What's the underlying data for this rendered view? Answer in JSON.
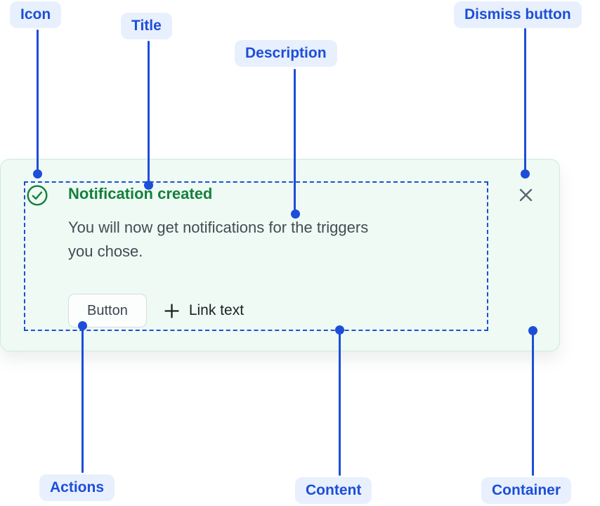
{
  "annotations": {
    "icon": {
      "label": "Icon"
    },
    "title": {
      "label": "Title"
    },
    "description": {
      "label": "Description"
    },
    "dismiss": {
      "label": "Dismiss button"
    },
    "actions": {
      "label": "Actions"
    },
    "content": {
      "label": "Content"
    },
    "container": {
      "label": "Container"
    }
  },
  "notification": {
    "title": "Notification created",
    "description": "You will now get notifications for the triggers you chose.",
    "description_lines": [
      "You will now get notifications for the triggers",
      "you chose."
    ],
    "button_label": "Button",
    "link_label": "Link text",
    "icons": {
      "status": "check-circle-icon",
      "link_prefix": "plus-icon",
      "dismiss": "close-icon"
    }
  },
  "colors": {
    "annotation_blue": "#1d4ed8",
    "annotation_pill_bg": "#e8f0fe",
    "card_bg": "#eefaf3",
    "card_border": "#cfebdc",
    "success_green": "#15803d",
    "description_gray": "#434c56",
    "dismiss_gray": "#5a6570"
  }
}
